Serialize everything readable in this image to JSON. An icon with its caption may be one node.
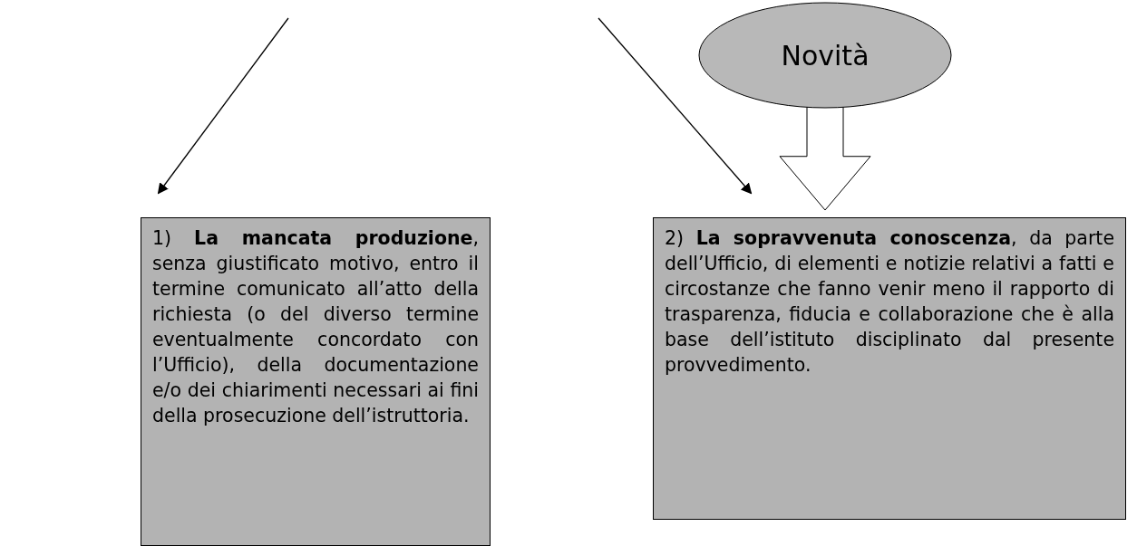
{
  "diagram": {
    "nodes": [
      {
        "text": [
          "Novità"
        ]
      },
      {
        "text": [
          "1) **La mancata produzione**, senza giustificato motivo, entro il termine comunicato all’atto della richiesta (o del diverso termine eventualmente concordato con l’Ufficio), della documentazione e/o dei chiarimenti necessari ai fini della prosecuzione dell’istruttoria."
        ]
      },
      {
        "text": [
          "2) **La sopravvenuta conoscenza**, da parte dell’Ufficio, di elementi e notizie relativi a fatti e circostanze che fanno venir meno il rapporto di trasparenza, fiducia e collaborazione che è alla base dell’istituto disciplinato dal presente provvedimento."
        ]
      }
    ],
    "edges": [
      {
        "from": null,
        "to": 1,
        "arrow": "to"
      },
      {
        "from": null,
        "to": 2,
        "arrow": "to"
      },
      {
        "from": 0,
        "to": 2,
        "arrow": "to",
        "style": "thick"
      }
    ]
  }
}
